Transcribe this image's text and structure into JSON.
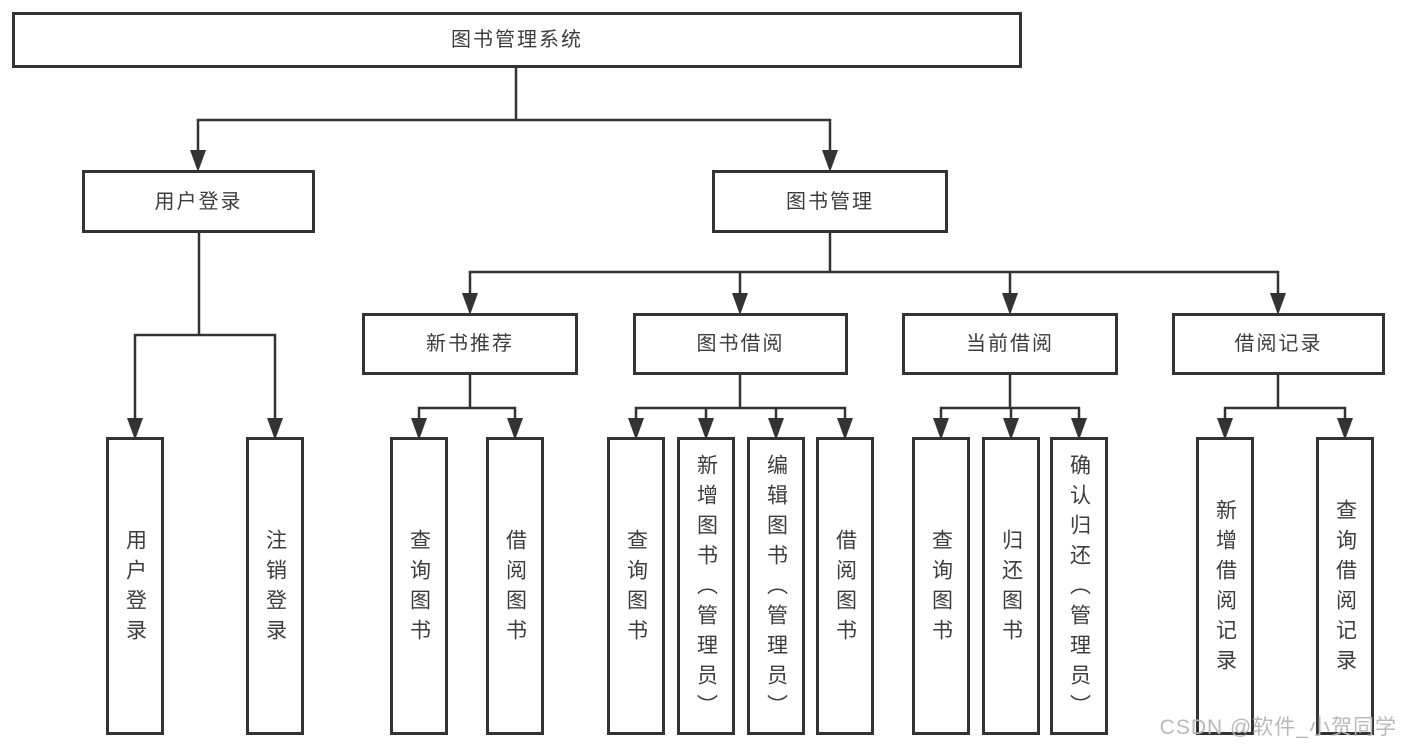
{
  "tree": {
    "root": {
      "label": "图书管理系统"
    },
    "children": [
      {
        "label": "用户登录",
        "children": [
          {
            "label": "用户登录"
          },
          {
            "label": "注销登录"
          }
        ]
      },
      {
        "label": "图书管理",
        "children": [
          {
            "label": "新书推荐",
            "children": [
              {
                "label": "查询图书"
              },
              {
                "label": "借阅图书"
              }
            ]
          },
          {
            "label": "图书借阅",
            "children": [
              {
                "label": "查询图书"
              },
              {
                "label": "新增图书（管理员）"
              },
              {
                "label": "编辑图书（管理员）"
              },
              {
                "label": "借阅图书"
              }
            ]
          },
          {
            "label": "当前借阅",
            "children": [
              {
                "label": "查询图书"
              },
              {
                "label": "归还图书"
              },
              {
                "label": "确认归还（管理员）"
              }
            ]
          },
          {
            "label": "借阅记录",
            "children": [
              {
                "label": "新增借阅记录"
              },
              {
                "label": "查询借阅记录"
              }
            ]
          }
        ]
      }
    ]
  },
  "watermark": "CSDN @软件_小贺同学",
  "colors": {
    "line": "#333333",
    "text": "#3d3d3d",
    "watermark": "#b9b9b9",
    "background": "#ffffff"
  }
}
